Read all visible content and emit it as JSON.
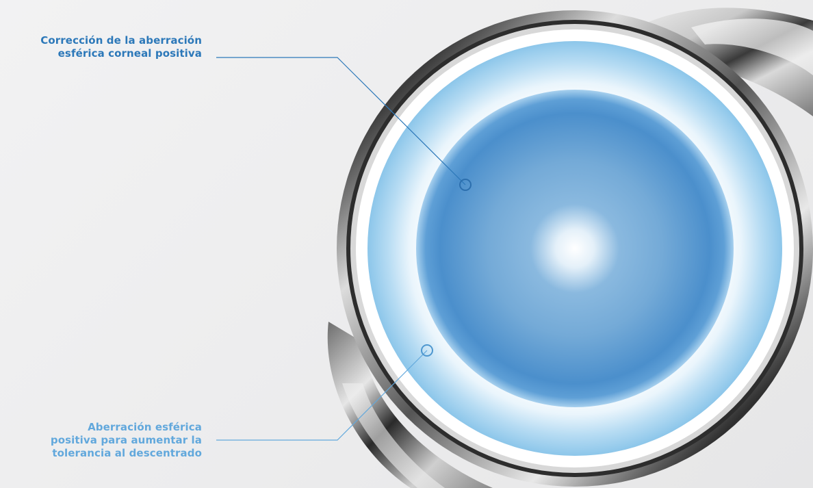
{
  "annotations": {
    "top": {
      "lines": [
        "Corrección de la aberración",
        "esférica corneal positiva"
      ]
    },
    "bottom": {
      "lines": [
        "Aberración esférica",
        "positiva para aumentar la",
        "tolerancia al descentrado"
      ]
    }
  },
  "colors": {
    "top_label": "#2c78b9",
    "bottom_label": "#62a8dc",
    "lens_blue": "#4f93cf",
    "lens_light": "#a9d3ef"
  }
}
